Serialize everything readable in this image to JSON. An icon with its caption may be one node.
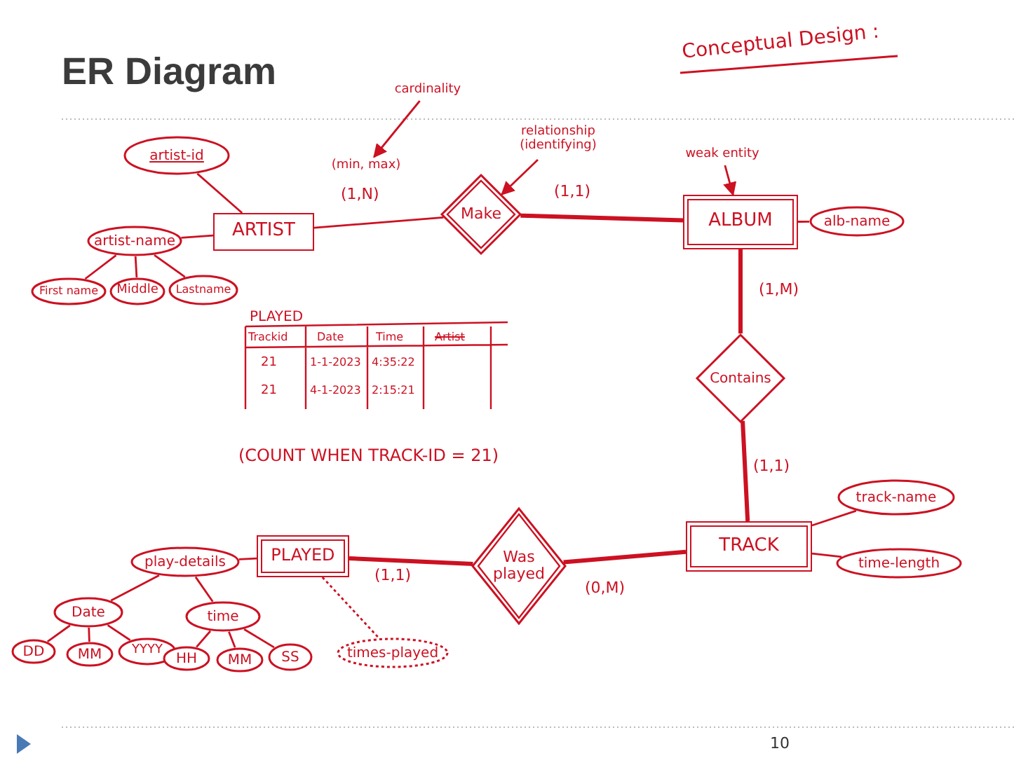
{
  "diagram": {
    "title": "ER Diagram",
    "nodes": [
      {
        "text": [
          "artist-id"
        ]
      },
      {
        "text": [
          "ARTIST"
        ]
      },
      {
        "text": [
          "artist-name"
        ]
      },
      {
        "text": [
          "First name"
        ]
      },
      {
        "text": [
          "Middle"
        ]
      },
      {
        "text": [
          "Lastname"
        ]
      },
      {
        "text": [
          "Make"
        ]
      },
      {
        "text": [
          "ALBUM"
        ]
      },
      {
        "text": [
          "alb-name"
        ]
      },
      {
        "text": [
          "Contains"
        ]
      },
      {
        "text": [
          "TRACK"
        ]
      },
      {
        "text": [
          "track-name"
        ]
      },
      {
        "text": [
          "time-length"
        ]
      },
      {
        "text": [
          "Was played"
        ]
      },
      {
        "text": [
          "PLAYED"
        ]
      },
      {
        "text": [
          "play-details"
        ]
      },
      {
        "text": [
          "Date"
        ]
      },
      {
        "text": [
          "DD"
        ]
      },
      {
        "text": [
          "MM"
        ]
      },
      {
        "text": [
          "YYYY"
        ]
      },
      {
        "text": [
          "time"
        ]
      },
      {
        "text": [
          "HH"
        ]
      },
      {
        "text": [
          "MM"
        ]
      },
      {
        "text": [
          "SS"
        ]
      },
      {
        "text": [
          "times-played"
        ]
      },
      {
        "text": [
          "cardinality"
        ]
      },
      {
        "text": [
          "relationship (identifying)"
        ]
      },
      {
        "text": [
          "weak entity"
        ]
      },
      {
        "text": [
          "(min, max)"
        ]
      }
    ],
    "edges": [
      {
        "from": 0,
        "to": 1,
        "arrow": "none"
      },
      {
        "from": 2,
        "to": 1,
        "arrow": "none"
      },
      {
        "from": 3,
        "to": 2,
        "arrow": "none"
      },
      {
        "from": 4,
        "to": 2,
        "arrow": "none"
      },
      {
        "from": 5,
        "to": 2,
        "arrow": "none"
      },
      {
        "from": 1,
        "to": 6,
        "arrow": "none",
        "label": "(1,N)"
      },
      {
        "from": 6,
        "to": 7,
        "arrow": "none",
        "label": "(1,1)",
        "style": "thick"
      },
      {
        "from": 7,
        "to": 8,
        "arrow": "none"
      },
      {
        "from": 7,
        "to": 9,
        "arrow": "none",
        "label": "(1,M)",
        "style": "thick"
      },
      {
        "from": 9,
        "to": 10,
        "arrow": "none",
        "label": "(1,1)",
        "style": "thick"
      },
      {
        "from": 10,
        "to": 11,
        "arrow": "none"
      },
      {
        "from": 10,
        "to": 12,
        "arrow": "none"
      },
      {
        "from": 13,
        "to": 10,
        "arrow": "none",
        "label": "(0,M)",
        "style": "thick"
      },
      {
        "from": 14,
        "to": 13,
        "arrow": "none",
        "label": "(1,1)",
        "style": "thick"
      },
      {
        "from": 15,
        "to": 14,
        "arrow": "none"
      },
      {
        "from": 16,
        "to": 15,
        "arrow": "none"
      },
      {
        "from": 20,
        "to": 15,
        "arrow": "none"
      },
      {
        "from": 17,
        "to": 16,
        "arrow": "none"
      },
      {
        "from": 18,
        "to": 16,
        "arrow": "none"
      },
      {
        "from": 19,
        "to": 16,
        "arrow": "none"
      },
      {
        "from": 21,
        "to": 20,
        "arrow": "none"
      },
      {
        "from": 22,
        "to": 20,
        "arrow": "none"
      },
      {
        "from": 23,
        "to": 20,
        "arrow": "none"
      },
      {
        "from": 14,
        "to": 24,
        "arrow": "none",
        "style": "dashed"
      },
      {
        "from": 25,
        "to": 28,
        "arrow": "to"
      },
      {
        "from": 26,
        "to": 6,
        "arrow": "to"
      },
      {
        "from": 27,
        "to": 7,
        "arrow": "to"
      }
    ],
    "labels": [
      "Conceptual Design :",
      "PLAYED",
      "Trackid",
      "Date",
      "Time",
      "Artist",
      "21",
      "1-1-2023",
      "4:35:22",
      "21",
      "4-1-2023",
      "2:15:21",
      "(COUNT WHEN TRACK-ID = 21)",
      "10"
    ]
  }
}
